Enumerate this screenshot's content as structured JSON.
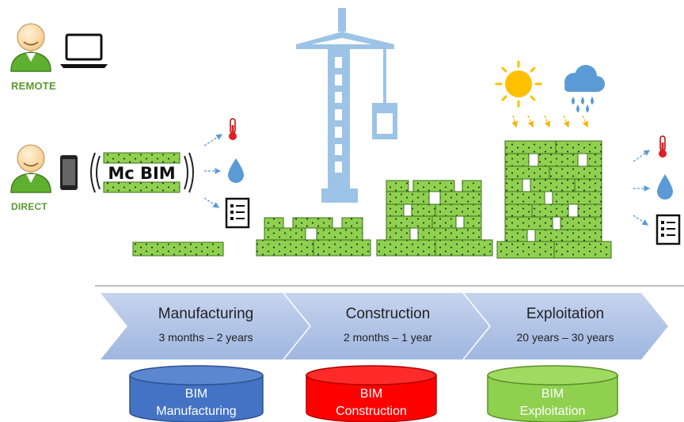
{
  "users": [
    {
      "label": "REMOTE",
      "device": "laptop-icon"
    },
    {
      "label": "DIRECT",
      "device": "smartphone-icon"
    }
  ],
  "sensor": {
    "label": "Mc BIM"
  },
  "sensor_outputs": [
    "thermometer-icon",
    "water-drop-icon",
    "checklist-icon"
  ],
  "weather": [
    "sun-icon",
    "rain-cloud-icon"
  ],
  "phases": [
    {
      "title": "Manufacturing",
      "duration": "3 months – 2 years"
    },
    {
      "title": "Construction",
      "duration": "2 months – 1 year"
    },
    {
      "title": "Exploitation",
      "duration": "20 years – 30 years"
    }
  ],
  "databases": [
    {
      "line1": "BIM",
      "line2": "Manufacturing",
      "color": "#4472c4"
    },
    {
      "line1": "BIM",
      "line2": "Construction",
      "color": "#ff0000"
    },
    {
      "line1": "BIM",
      "line2": "Exploitation",
      "color": "#8fd14f"
    }
  ],
  "colors": {
    "block": "#8fd14f",
    "crane": "#9dc3e6",
    "chevron": "#b4c7e7",
    "arrow": "#5b9bd5"
  }
}
